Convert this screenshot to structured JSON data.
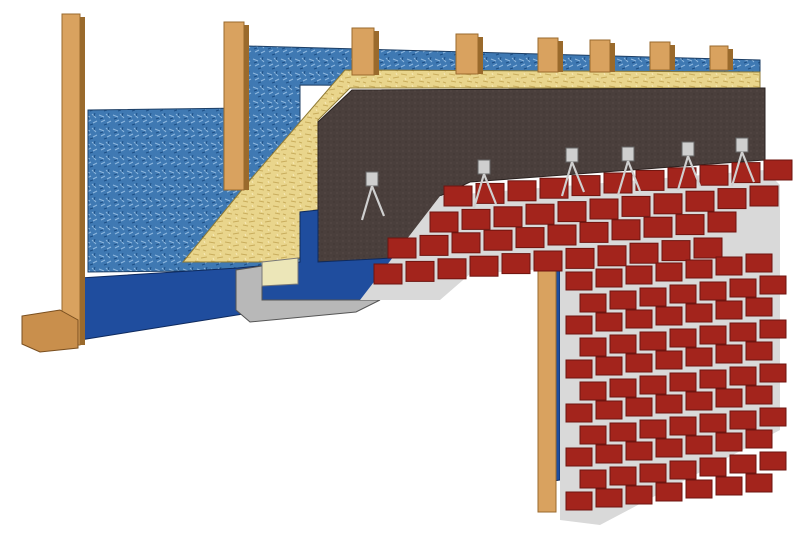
{
  "diagram": {
    "kind": "wall-section-illustration",
    "colors": {
      "background": "#ffffff",
      "stud_wood": "#d9a25f",
      "stud_edge": "#9a6a2c",
      "sill_wood": "#c98f4c",
      "blue_insulation": "#3f79b3",
      "osb_sheathing": "#e9d58c",
      "building_paper": "#4a3f3c",
      "flashing_blue": "#1f4d9e",
      "metal_angle": "#b8b8b8",
      "brick": "#a3241c",
      "brick_dark": "#6e140f",
      "mortar": "#d9d9d9",
      "tie_metal": "#cfcfcf"
    },
    "components": [
      {
        "name": "wood-studs",
        "icon": "stud-icon"
      },
      {
        "name": "batt-insulation",
        "icon": "insulation-icon"
      },
      {
        "name": "osb-sheathing",
        "icon": "sheathing-icon"
      },
      {
        "name": "weather-barrier",
        "icon": "membrane-icon"
      },
      {
        "name": "through-wall-flashing",
        "icon": "flashing-icon"
      },
      {
        "name": "steel-lintel-angle",
        "icon": "angle-icon"
      },
      {
        "name": "brick-ties",
        "icon": "tie-icon"
      },
      {
        "name": "brick-veneer",
        "icon": "brick-icon"
      }
    ]
  }
}
